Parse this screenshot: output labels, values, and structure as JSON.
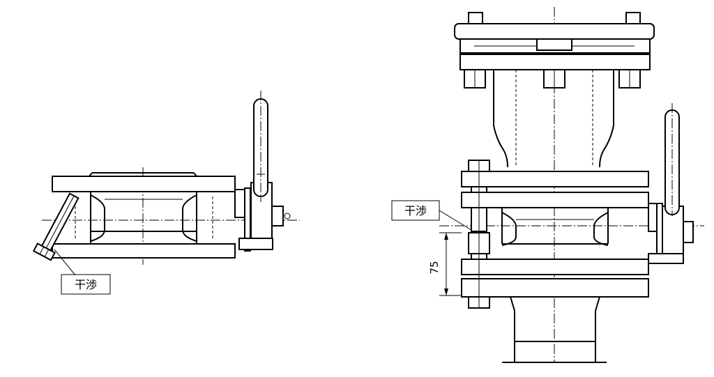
{
  "labels": {
    "left_interference": "干渉",
    "right_interference": "干渉"
  },
  "dimensions": {
    "spacing_value": "75"
  }
}
